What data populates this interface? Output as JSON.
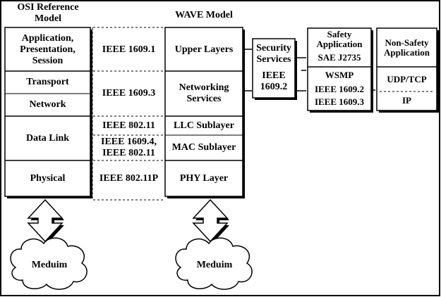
{
  "osi": {
    "title": "OSI Reference\nModel",
    "layers": {
      "application": "Application,\nPresentation,\nSession",
      "transport": "Transport",
      "network": "Network",
      "datalink": "Data Link",
      "physical": "Physical"
    }
  },
  "standards": {
    "upper": "IEEE 1609.1",
    "networking": "IEEE 1609.3",
    "llc": "IEEE 802.11",
    "mac": "IEEE 1609.4,\nIEEE 802.11",
    "phy": "IEEE 802.11P"
  },
  "wave": {
    "title": "WAVE Model",
    "layers": {
      "upper": "Upper Layers",
      "networking": "Networking\nServices",
      "llc": "LLC Sublayer",
      "mac": "MAC Sublayer",
      "phy": "PHY Layer"
    }
  },
  "security": {
    "title": "Security\nServices",
    "standard": "IEEE\n1609.2"
  },
  "safety": {
    "title": "Safety\nApplication",
    "standard": "SAE J2735",
    "protocol": "WSMP",
    "std1": "IEEE 1609.2",
    "std2": "IEEE 1609.3"
  },
  "nonsafety": {
    "title": "Non-Safety\nApplication",
    "transport": "UDP/TCP",
    "network": "IP"
  },
  "medium": {
    "left": "Meduim",
    "right": "Meduim"
  }
}
